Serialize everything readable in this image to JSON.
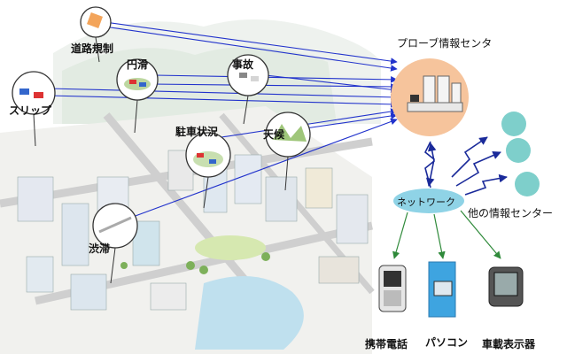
{
  "center": {
    "label": "プローブ情報センタ"
  },
  "network": {
    "label": "ネットワーク"
  },
  "other_centers": {
    "label": "他の情報センター"
  },
  "events": {
    "road_regulation": "道路規制",
    "smooth": "円滑",
    "accident": "事故",
    "slip": "スリップ",
    "parking": "駐車状況",
    "weather": "天候",
    "congestion": "渋滞"
  },
  "devices": {
    "phone": "携帯電話",
    "pc": "パソコン",
    "car_display": "車載表示器"
  },
  "colors": {
    "arrow": "#2233cc",
    "center_circle": "#f6c49c",
    "network_ellipse": "#8fd3e6",
    "other_center_circle": "#7ecfcb",
    "green_arrow": "#2f8a3a",
    "zigzag": "#1a2a9a"
  },
  "icons": [
    "probe-server-icon",
    "mobile-phone-icon",
    "pc-icon",
    "car-display-icon"
  ]
}
